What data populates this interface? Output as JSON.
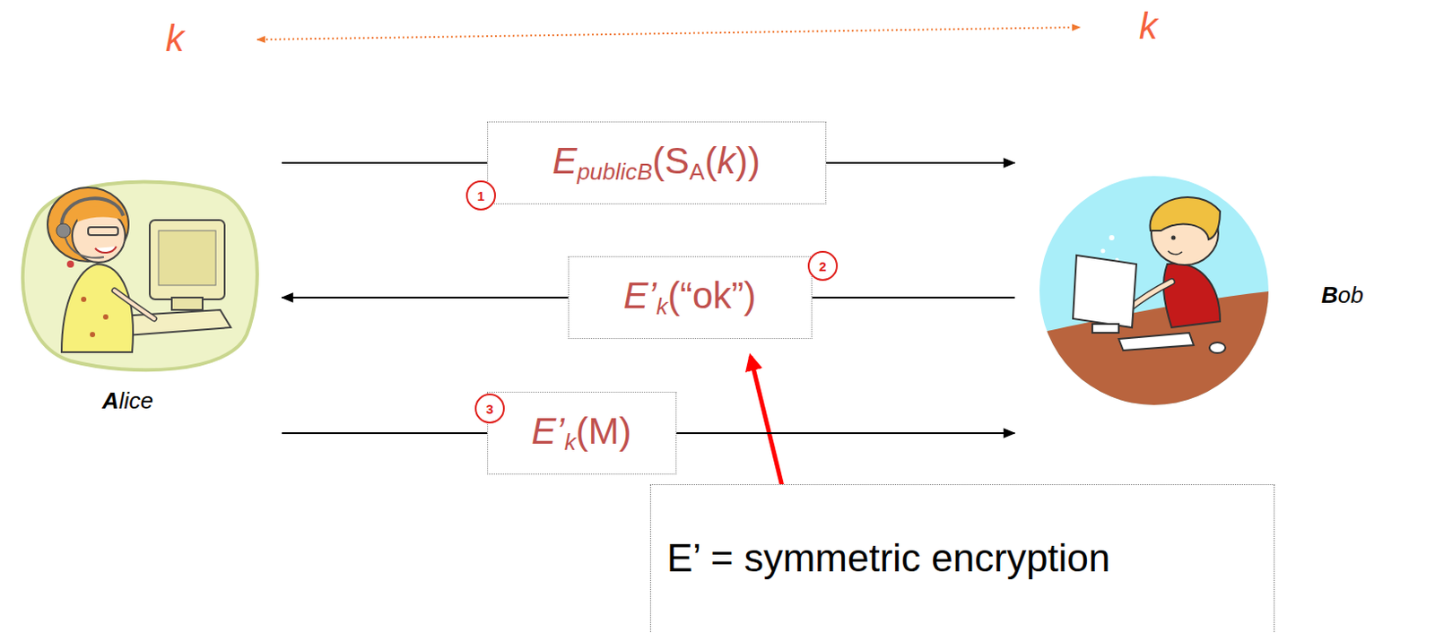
{
  "diagram": {
    "nodes": [
      {
        "text": [
          "Alice"
        ]
      },
      {
        "text": [
          "Bob"
        ]
      },
      {
        "text": [
          "E’ = symmetric encryption"
        ]
      }
    ],
    "edges": [
      {
        "from": 0,
        "to": 1,
        "arrow": "to",
        "label": "EpublicB(SA(k))"
      },
      {
        "from": 1,
        "to": 0,
        "arrow": "to",
        "label": "E’k(“ok”)"
      },
      {
        "from": 0,
        "to": 1,
        "arrow": "to",
        "label": "E’k(M)"
      }
    ],
    "labels": [
      "k",
      "k",
      "1",
      "2",
      "3"
    ]
  }
}
